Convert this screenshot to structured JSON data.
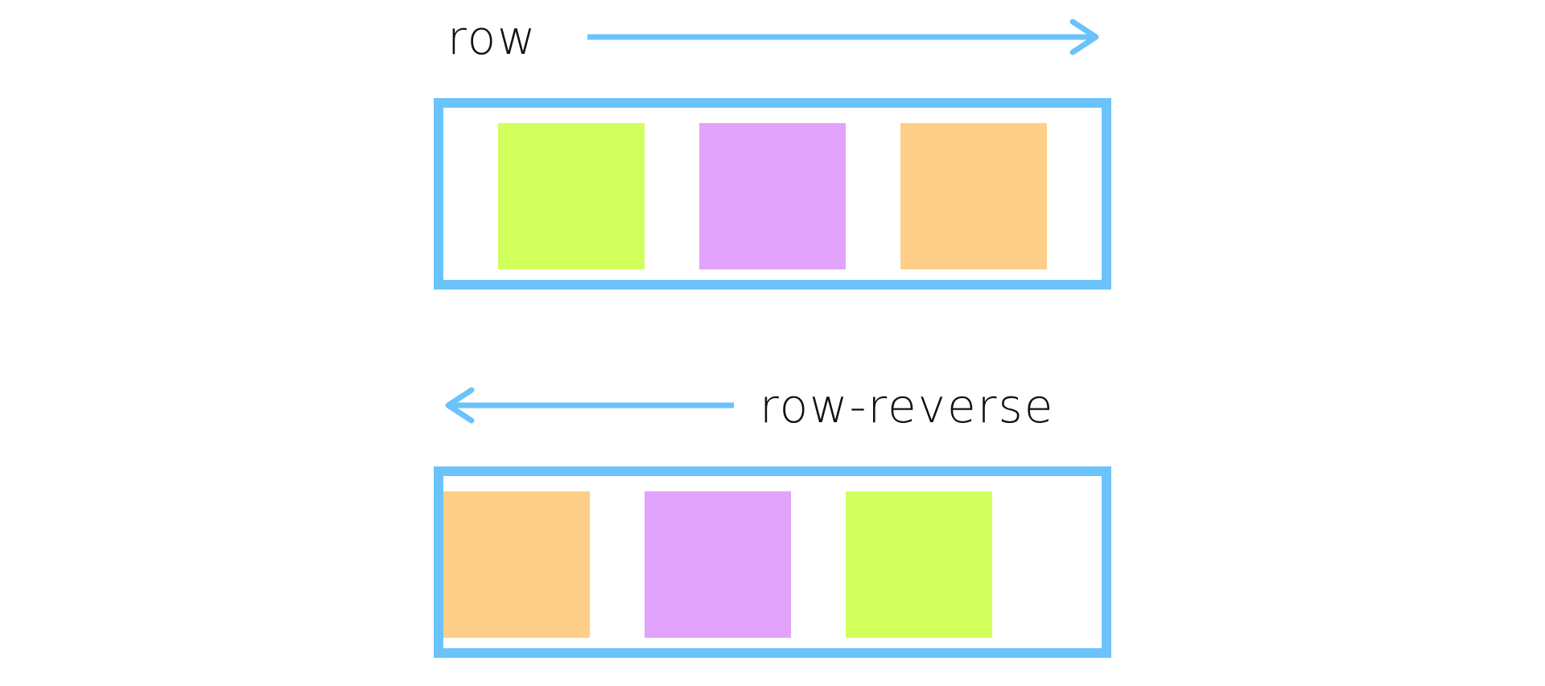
{
  "diagrams": [
    {
      "label": "row",
      "arrow_direction": "right",
      "items": [
        {
          "name": "green-box",
          "color": "#d1ff5c"
        },
        {
          "name": "purple-box",
          "color": "#e2a3fc"
        },
        {
          "name": "orange-box",
          "color": "#ffce88"
        }
      ]
    },
    {
      "label": "row-reverse",
      "arrow_direction": "left",
      "items": [
        {
          "name": "green-box",
          "color": "#d1ff5c"
        },
        {
          "name": "purple-box",
          "color": "#e2a3fc"
        },
        {
          "name": "orange-box",
          "color": "#ffce88"
        }
      ]
    }
  ],
  "colors": {
    "accent": "#6bc3fb",
    "text": "#111111",
    "background": "#ffffff"
  }
}
